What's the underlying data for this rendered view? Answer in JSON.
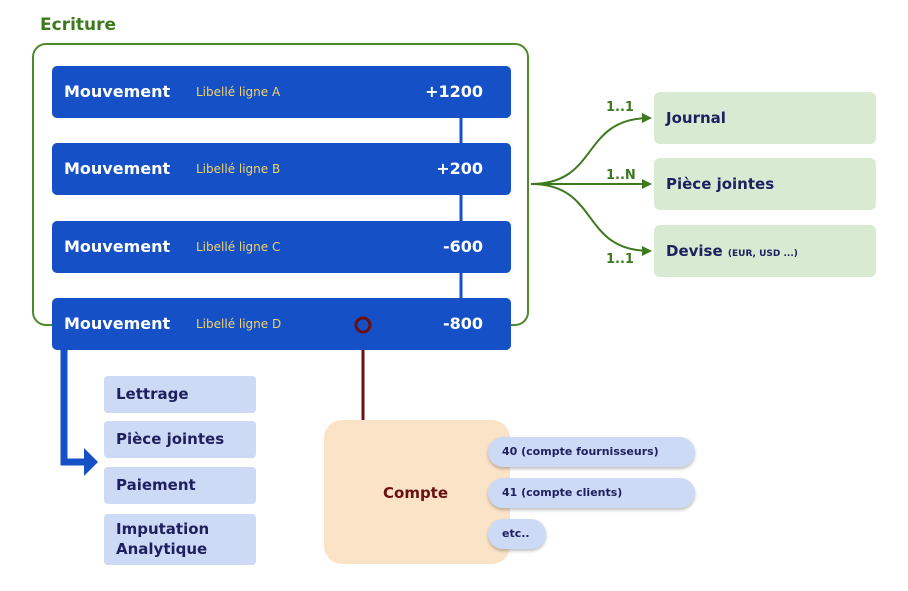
{
  "ecriture": {
    "title": "Ecriture"
  },
  "mouvements": [
    {
      "label": "Mouvement",
      "libelle": "Libellé ligne A",
      "amount": "+1200"
    },
    {
      "label": "Mouvement",
      "libelle": "Libellé ligne B",
      "amount": "+200"
    },
    {
      "label": "Mouvement",
      "libelle": "Libellé ligne C",
      "amount": "-600"
    },
    {
      "label": "Mouvement",
      "libelle": "Libellé ligne D",
      "amount": "-800"
    }
  ],
  "relations": [
    {
      "multiplicity": "1..1",
      "target": "Journal",
      "note": ""
    },
    {
      "multiplicity": "1..N",
      "target": "Pièce jointes",
      "note": ""
    },
    {
      "multiplicity": "1..1",
      "target": "Devise",
      "note": "(EUR, USD ...)"
    }
  ],
  "mouvement_details": [
    "Lettrage",
    "Pièce jointes",
    "Paiement",
    "Imputation Analytique"
  ],
  "compte": {
    "title": "Compte",
    "items": [
      "40 (compte fournisseurs)",
      "41 (compte clients)",
      "etc.."
    ]
  },
  "colors": {
    "ecriture_green": "#4c8a2a",
    "mouvement_blue": "#1550c6",
    "libelle_yellow": "#f2d46a",
    "relation_green_fill": "#d8ebd2",
    "detail_blue_fill": "#cddaf6",
    "compte_fill": "#fbe3c8",
    "compte_line": "#6b1010"
  }
}
